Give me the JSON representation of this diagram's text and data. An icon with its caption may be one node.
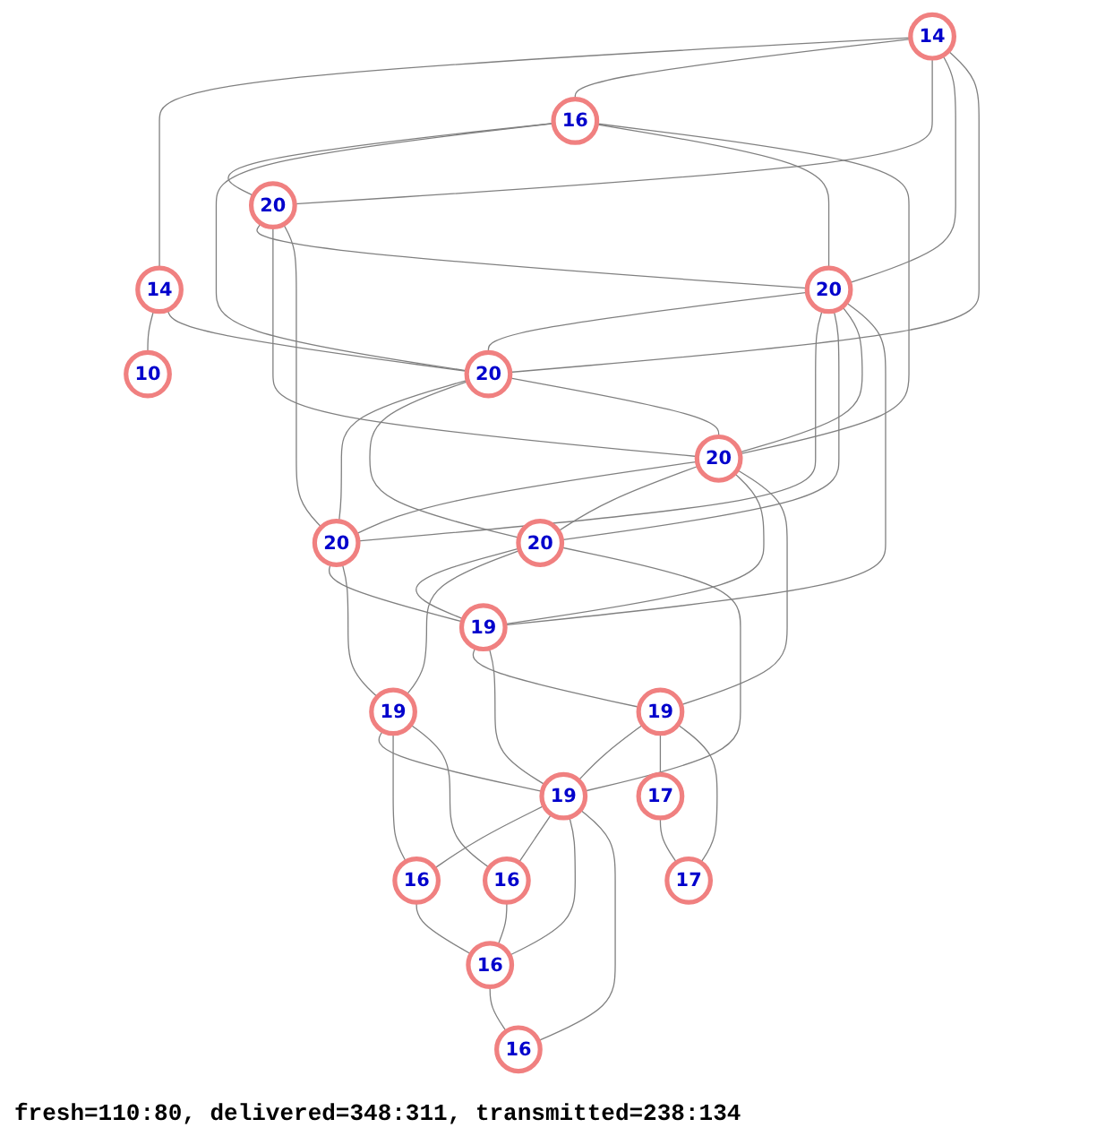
{
  "diagram": {
    "nodes": [
      {
        "text": [
          "14"
        ]
      },
      {
        "text": [
          "14"
        ]
      },
      {
        "text": [
          "10"
        ]
      },
      {
        "text": [
          "16"
        ]
      },
      {
        "text": [
          "20"
        ]
      },
      {
        "text": [
          "20"
        ]
      },
      {
        "text": [
          "20"
        ]
      },
      {
        "text": [
          "20"
        ]
      },
      {
        "text": [
          "20"
        ]
      },
      {
        "text": [
          "20"
        ]
      },
      {
        "text": [
          "19"
        ]
      },
      {
        "text": [
          "19"
        ]
      },
      {
        "text": [
          "19"
        ]
      },
      {
        "text": [
          "19"
        ]
      },
      {
        "text": [
          "16"
        ]
      },
      {
        "text": [
          "16"
        ]
      },
      {
        "text": [
          "17"
        ]
      },
      {
        "text": [
          "16"
        ]
      },
      {
        "text": [
          "17"
        ]
      },
      {
        "text": [
          "16"
        ]
      }
    ],
    "edges": [
      {
        "from": 0,
        "to": 1,
        "arrow": "none"
      },
      {
        "from": 1,
        "to": 2,
        "arrow": "none"
      },
      {
        "from": 0,
        "to": 3,
        "arrow": "none"
      },
      {
        "from": 0,
        "to": 4,
        "arrow": "none"
      },
      {
        "from": 0,
        "to": 6,
        "arrow": "none"
      },
      {
        "from": 0,
        "to": 5,
        "arrow": "none"
      },
      {
        "from": 1,
        "to": 5,
        "arrow": "none"
      },
      {
        "from": 3,
        "to": 4,
        "arrow": "none"
      },
      {
        "from": 3,
        "to": 5,
        "arrow": "none"
      },
      {
        "from": 3,
        "to": 6,
        "arrow": "none"
      },
      {
        "from": 3,
        "to": 8,
        "arrow": "none"
      },
      {
        "from": 4,
        "to": 6,
        "arrow": "none"
      },
      {
        "from": 4,
        "to": 8,
        "arrow": "none"
      },
      {
        "from": 4,
        "to": 7,
        "arrow": "none"
      },
      {
        "from": 6,
        "to": 5,
        "arrow": "none"
      },
      {
        "from": 5,
        "to": 7,
        "arrow": "none"
      },
      {
        "from": 5,
        "to": 9,
        "arrow": "none"
      },
      {
        "from": 5,
        "to": 8,
        "arrow": "none"
      },
      {
        "from": 6,
        "to": 7,
        "arrow": "none"
      },
      {
        "from": 6,
        "to": 9,
        "arrow": "none"
      },
      {
        "from": 6,
        "to": 8,
        "arrow": "none"
      },
      {
        "from": 6,
        "to": 11,
        "arrow": "none"
      },
      {
        "from": 8,
        "to": 7,
        "arrow": "none"
      },
      {
        "from": 8,
        "to": 9,
        "arrow": "none"
      },
      {
        "from": 8,
        "to": 11,
        "arrow": "none"
      },
      {
        "from": 8,
        "to": 12,
        "arrow": "none"
      },
      {
        "from": 7,
        "to": 11,
        "arrow": "none"
      },
      {
        "from": 9,
        "to": 11,
        "arrow": "none"
      },
      {
        "from": 7,
        "to": 10,
        "arrow": "none"
      },
      {
        "from": 9,
        "to": 10,
        "arrow": "none"
      },
      {
        "from": 9,
        "to": 13,
        "arrow": "none"
      },
      {
        "from": 10,
        "to": 13,
        "arrow": "none"
      },
      {
        "from": 10,
        "to": 14,
        "arrow": "none"
      },
      {
        "from": 10,
        "to": 15,
        "arrow": "none"
      },
      {
        "from": 11,
        "to": 12,
        "arrow": "none"
      },
      {
        "from": 11,
        "to": 13,
        "arrow": "none"
      },
      {
        "from": 12,
        "to": 13,
        "arrow": "none"
      },
      {
        "from": 12,
        "to": 16,
        "arrow": "none"
      },
      {
        "from": 12,
        "to": 18,
        "arrow": "none"
      },
      {
        "from": 16,
        "to": 18,
        "arrow": "none"
      },
      {
        "from": 13,
        "to": 14,
        "arrow": "none"
      },
      {
        "from": 13,
        "to": 15,
        "arrow": "none"
      },
      {
        "from": 13,
        "to": 17,
        "arrow": "none"
      },
      {
        "from": 13,
        "to": 19,
        "arrow": "none"
      },
      {
        "from": 14,
        "to": 17,
        "arrow": "none"
      },
      {
        "from": 15,
        "to": 17,
        "arrow": "none"
      },
      {
        "from": 17,
        "to": 19,
        "arrow": "none"
      }
    ],
    "labels": [
      "fresh=110:80, delivered=348:311, transmitted=238:134"
    ]
  }
}
